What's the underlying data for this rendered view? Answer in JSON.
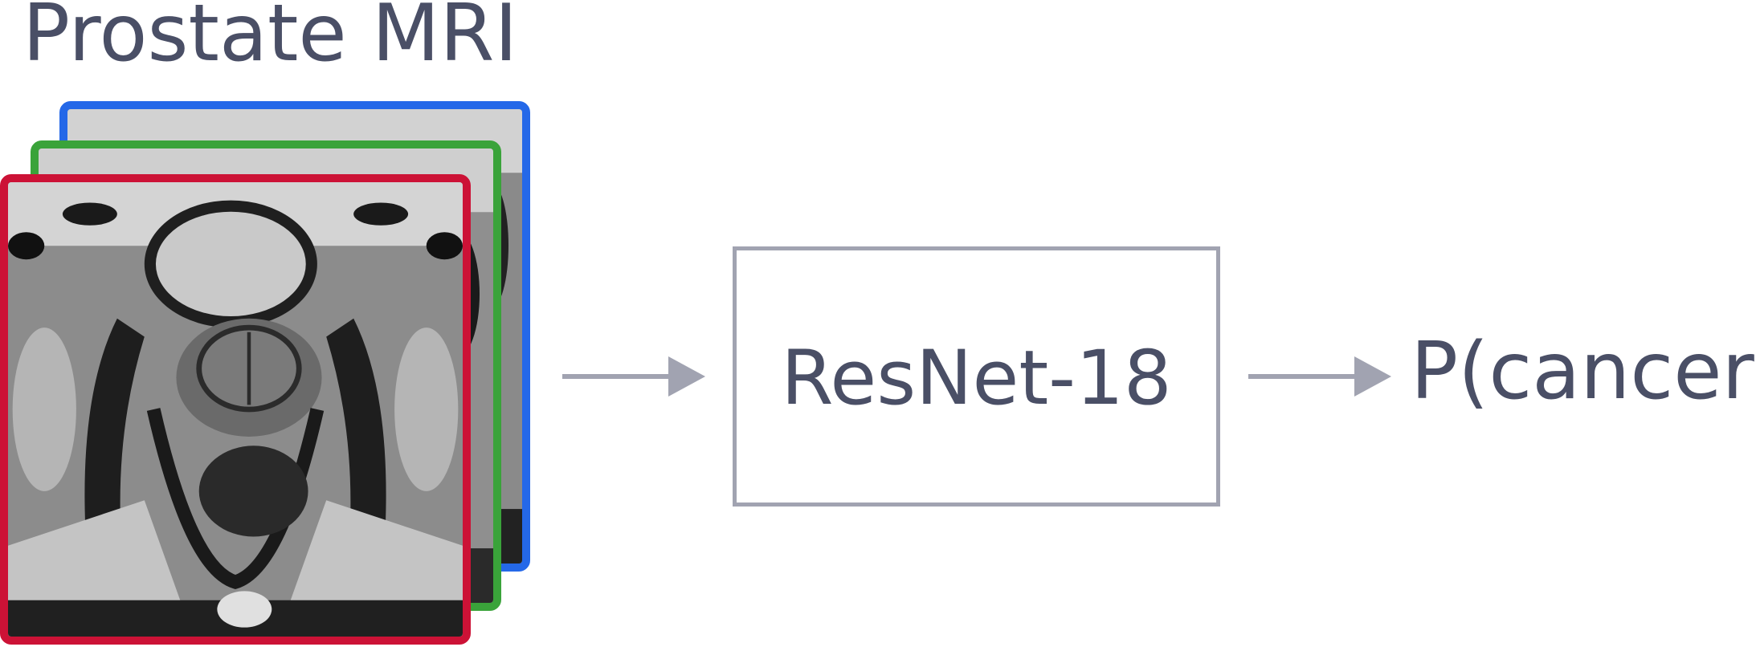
{
  "title": "Prostate MRI",
  "model": {
    "label": "ResNet-18"
  },
  "output": {
    "label": "P(cancer)"
  },
  "colors": {
    "text": "#4a4f66",
    "box_border": "#a1a3b1",
    "arrow": "#a1a3b1",
    "frame_back": "#2468e8",
    "frame_mid": "#3aa33a",
    "frame_front": "#cc1236"
  },
  "icons": {
    "arrow": "right-arrow-icon",
    "mri_slice": "mri-slice-image"
  }
}
